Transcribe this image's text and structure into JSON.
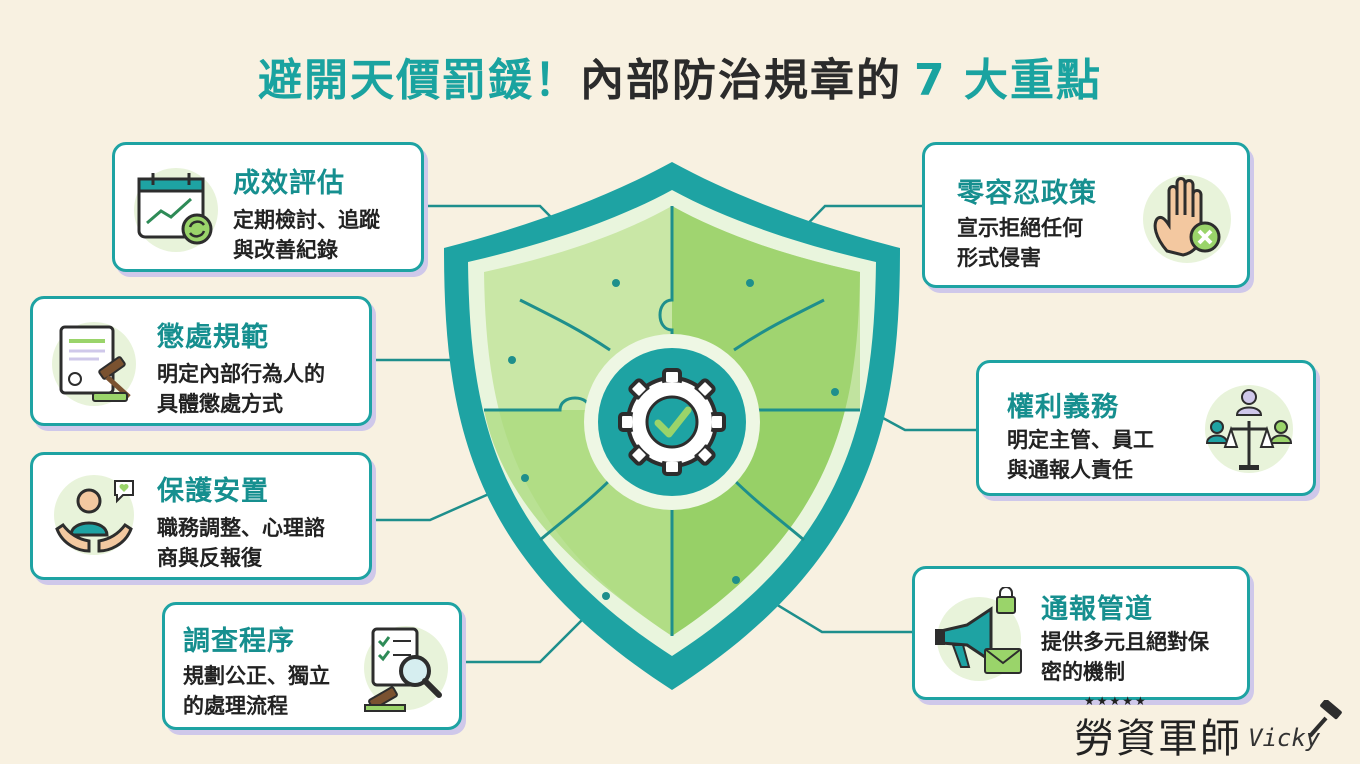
{
  "title": {
    "part1": "避開天價罰鍰！",
    "part2": "內部防治規章的",
    "part3": "7 大重點"
  },
  "cards": {
    "evaluation": {
      "head": "成效評估",
      "line1": "定期檢討、追蹤",
      "line2": "與改善紀錄"
    },
    "discipline": {
      "head": "懲處規範",
      "line1": "明定內部行為人的",
      "line2": "具體懲處方式"
    },
    "protection": {
      "head": "保護安置",
      "line1": "職務調整、心理諮",
      "line2": "商與反報復"
    },
    "investigation": {
      "head": "調查程序",
      "line1": "規劃公正、獨立",
      "line2": "的處理流程"
    },
    "zero_tolerance": {
      "head": "零容忍政策",
      "line1": "宣示拒絕任何",
      "line2": "形式侵害"
    },
    "rights": {
      "head": "權利義務",
      "line1": "明定主管、員工",
      "line2": "與通報人責任"
    },
    "reporting": {
      "head": "通報管道",
      "line1": "提供多元且絕對保",
      "line2": "密的機制"
    }
  },
  "brand": {
    "name": "勞資軍師",
    "sub": "Vicky",
    "stars": "★★★★★"
  },
  "colors": {
    "teal": "#1aa3a0",
    "green_light": "#c6e6a0",
    "green_dark": "#8fcc5c",
    "background": "#f8f1e1",
    "shadow": "#cfc8ea"
  },
  "icons": [
    "calendar-chart-icon",
    "contract-gavel-icon",
    "person-heart-hands-icon",
    "checklist-magnifier-icon",
    "hand-stop-icon",
    "people-scale-icon",
    "megaphone-lock-icon",
    "shield-gear-check-icon",
    "gavel-icon"
  ]
}
